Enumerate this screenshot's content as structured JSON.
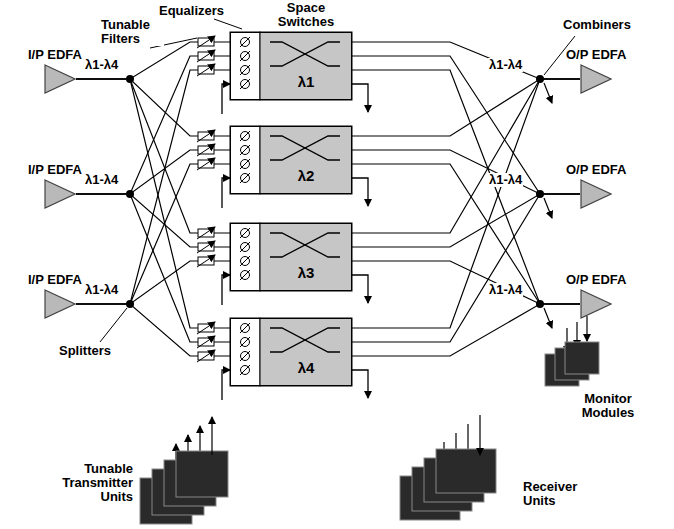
{
  "diagram": {
    "nodes": [
      {
        "text": [
          "I/P EDFA"
        ]
      },
      {
        "text": [
          "I/P EDFA"
        ]
      },
      {
        "text": [
          "I/P EDFA"
        ]
      },
      {
        "text": [
          "λ1"
        ]
      },
      {
        "text": [
          "λ2"
        ]
      },
      {
        "text": [
          "λ3"
        ]
      },
      {
        "text": [
          "λ4"
        ]
      },
      {
        "text": [
          "O/P EDFA"
        ]
      },
      {
        "text": [
          "O/P EDFA"
        ]
      },
      {
        "text": [
          "O/P EDFA"
        ]
      }
    ],
    "edges": [
      {
        "from": 0,
        "to": 3,
        "arrow": "none"
      },
      {
        "from": 0,
        "to": 4,
        "arrow": "none"
      },
      {
        "from": 0,
        "to": 5,
        "arrow": "none"
      },
      {
        "from": 0,
        "to": 6,
        "arrow": "none"
      },
      {
        "from": 1,
        "to": 3,
        "arrow": "none"
      },
      {
        "from": 1,
        "to": 4,
        "arrow": "none"
      },
      {
        "from": 1,
        "to": 5,
        "arrow": "none"
      },
      {
        "from": 1,
        "to": 6,
        "arrow": "none"
      },
      {
        "from": 2,
        "to": 3,
        "arrow": "none"
      },
      {
        "from": 2,
        "to": 4,
        "arrow": "none"
      },
      {
        "from": 2,
        "to": 5,
        "arrow": "none"
      },
      {
        "from": 2,
        "to": 6,
        "arrow": "none"
      },
      {
        "from": 3,
        "to": 7,
        "arrow": "none"
      },
      {
        "from": 3,
        "to": 8,
        "arrow": "none"
      },
      {
        "from": 3,
        "to": 9,
        "arrow": "none"
      },
      {
        "from": 4,
        "to": 7,
        "arrow": "none"
      },
      {
        "from": 4,
        "to": 8,
        "arrow": "none"
      },
      {
        "from": 4,
        "to": 9,
        "arrow": "none"
      },
      {
        "from": 5,
        "to": 7,
        "arrow": "none"
      },
      {
        "from": 5,
        "to": 8,
        "arrow": "none"
      },
      {
        "from": 5,
        "to": 9,
        "arrow": "none"
      },
      {
        "from": 6,
        "to": 7,
        "arrow": "none"
      },
      {
        "from": 6,
        "to": 8,
        "arrow": "none"
      },
      {
        "from": 6,
        "to": 9,
        "arrow": "none"
      }
    ],
    "labels": [
      "λ1-λ4",
      "λ1-λ4",
      "λ1-λ4",
      "λ1-λ4",
      "λ1-λ4",
      "λ1-λ4",
      "Equalizers",
      "Tunable Filters",
      "Space Switches",
      "Combiners",
      "Splitters",
      "Monitor Modules",
      "Tunable Transmitter Units",
      "Receiver Units"
    ]
  }
}
